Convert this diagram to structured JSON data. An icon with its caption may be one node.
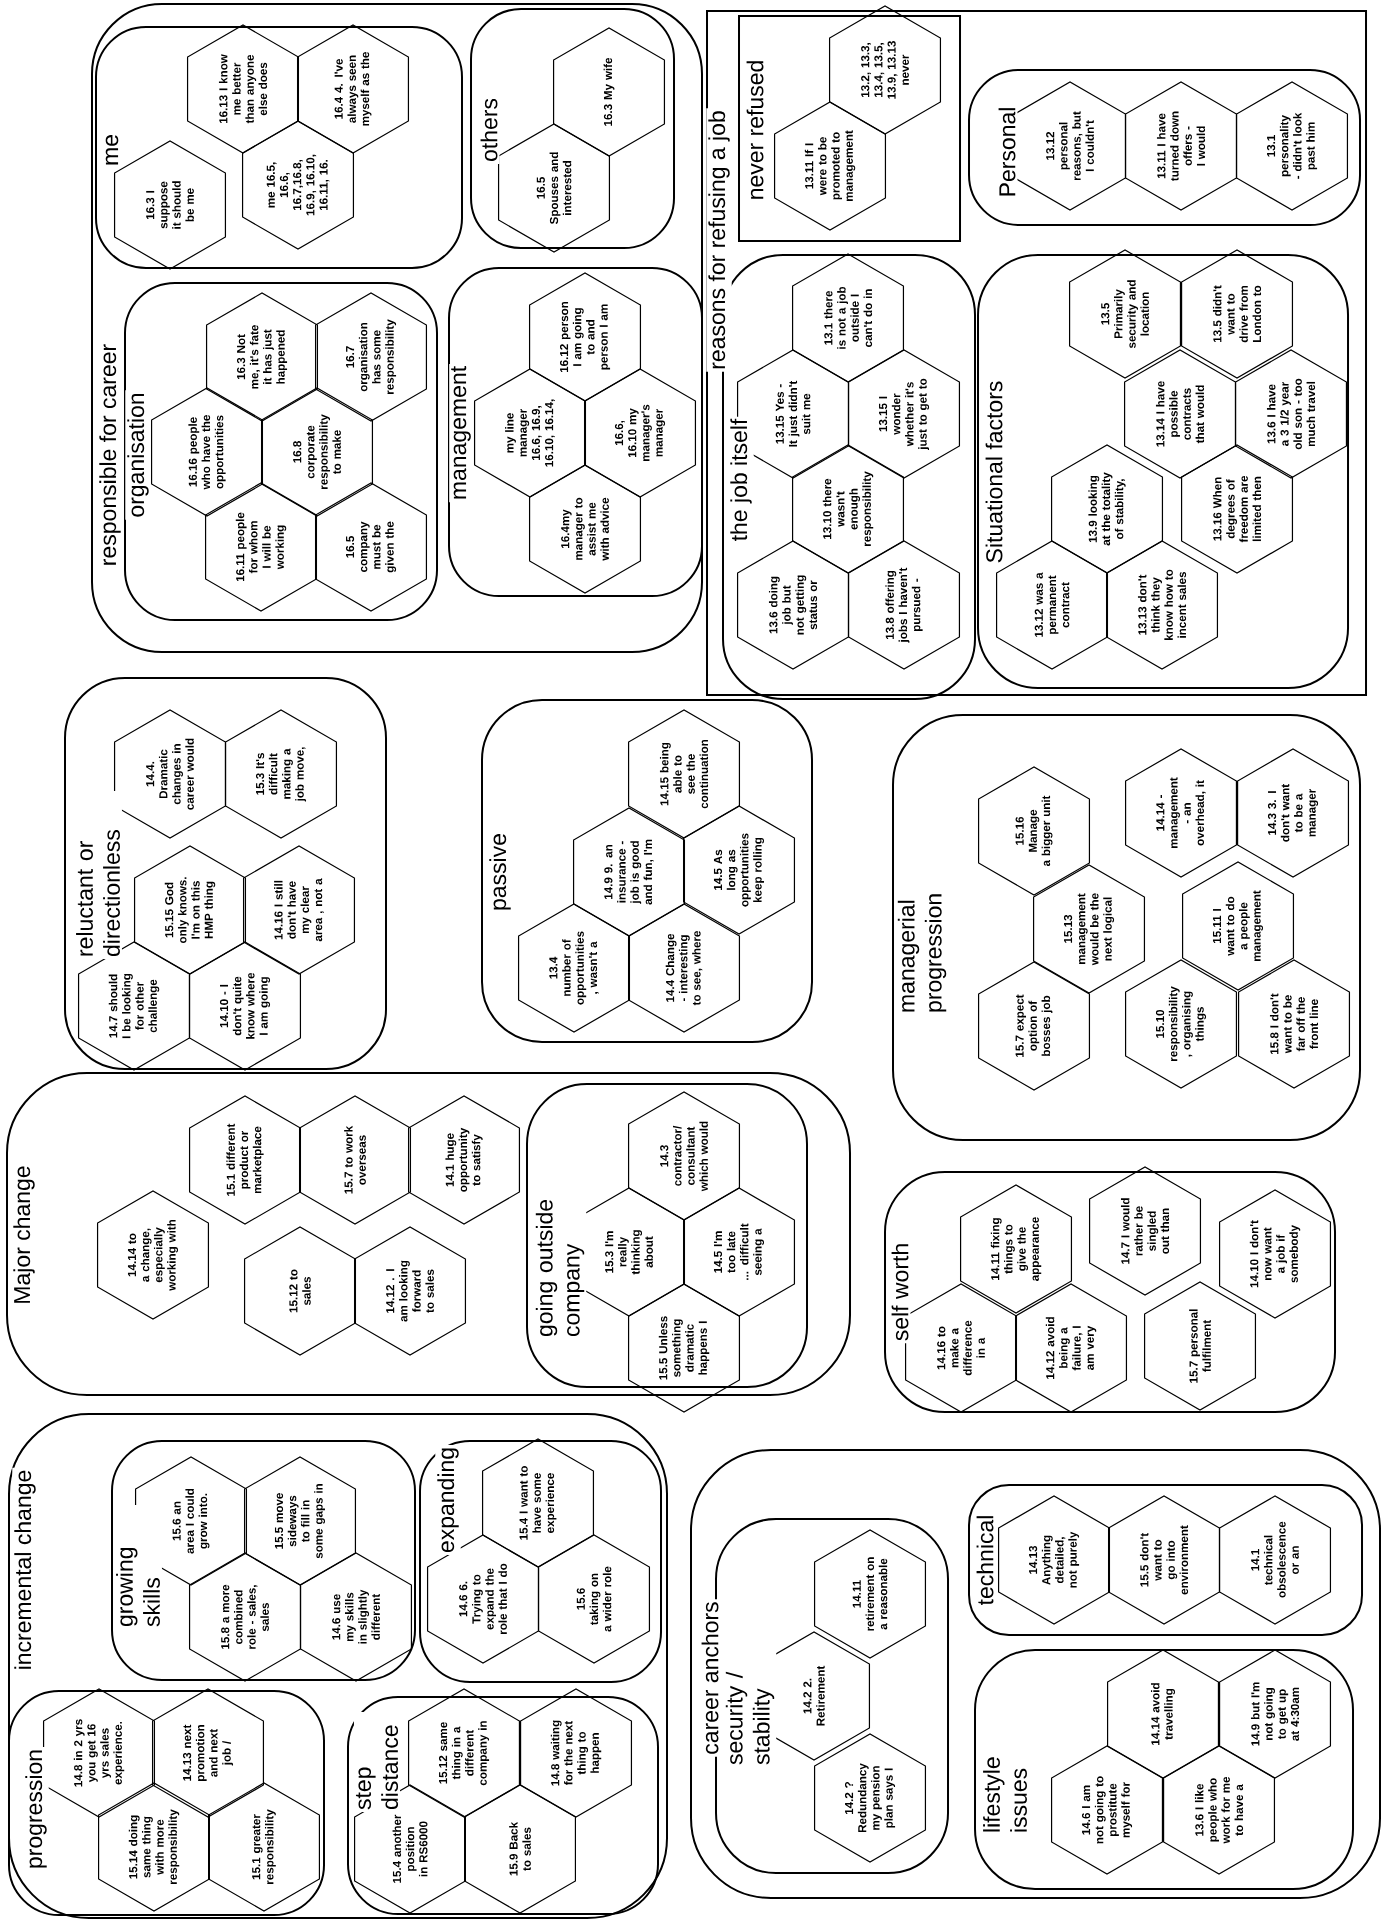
{
  "diagram": {
    "nodes": [
      {
        "text": [
          "responsible for career"
        ]
      },
      {
        "text": [
          "me"
        ],
        "in": 0
      },
      {
        "text": [
          "16.3 I suppose it should be me"
        ],
        "in": 1
      },
      {
        "text": [
          "16.13 I know me better than anyone else does"
        ],
        "in": 1
      },
      {
        "text": [
          "16.4 4. I've always seen myself as the"
        ],
        "in": 1
      },
      {
        "text": [
          "me 16.5, 16.6, 16.7,16.8, 16.9, 16.10, 16.11, 16."
        ],
        "in": 1
      },
      {
        "text": [
          "others"
        ],
        "in": 0
      },
      {
        "text": [
          "16.3 My wife"
        ],
        "in": 6
      },
      {
        "text": [
          "16.5 Spouses and interested"
        ],
        "in": 6
      },
      {
        "text": [
          "organisation"
        ],
        "in": 0
      },
      {
        "text": [
          "16.3 Not me, it's fate it has just happened"
        ],
        "in": 9
      },
      {
        "text": [
          "16.7 organisation has some responsibility"
        ],
        "in": 9
      },
      {
        "text": [
          "16.16 people who have the opportunities"
        ],
        "in": 9
      },
      {
        "text": [
          "16.8 corporate responsibility to make"
        ],
        "in": 9
      },
      {
        "text": [
          "16.11 people for whom I will be working"
        ],
        "in": 9
      },
      {
        "text": [
          "16.5 company must be given the"
        ],
        "in": 9
      },
      {
        "text": [
          "management"
        ],
        "in": 0
      },
      {
        "text": [
          "16.12 person I am going to and person I am"
        ],
        "in": 16
      },
      {
        "text": [
          "my line manager 16.6, 16.9, 16.10, 16.14,"
        ],
        "in": 16
      },
      {
        "text": [
          "16.6, 16.10 my manager's manager"
        ],
        "in": 16
      },
      {
        "text": [
          "16.4my manager to assist me with advice"
        ],
        "in": 16
      },
      {
        "text": [
          "reasons for refusing a job"
        ]
      },
      {
        "text": [
          "never refused"
        ],
        "in": 21
      },
      {
        "text": [
          "13.11 If I were to be promoted to management"
        ],
        "in": 22
      },
      {
        "text": [
          "13.2, 13.3, 13.4, 13.5, 13.9, 13.13 never"
        ],
        "in": 22
      },
      {
        "text": [
          "Personal"
        ],
        "in": 21
      },
      {
        "text": [
          "13.12 personal reasons, but I couldn't"
        ],
        "in": 25
      },
      {
        "text": [
          "13.11 I have turned down offers - I would"
        ],
        "in": 25
      },
      {
        "text": [
          "13.1 personality - didn't look past him"
        ],
        "in": 25
      },
      {
        "text": [
          "the job itself"
        ],
        "in": 21
      },
      {
        "text": [
          "13.1 there is not a job outside I can't do in"
        ],
        "in": 29
      },
      {
        "text": [
          "13.15 Yes - It just didn't suit me"
        ],
        "in": 29
      },
      {
        "text": [
          "13.15 I wonder whether it's just to get to"
        ],
        "in": 29
      },
      {
        "text": [
          "13.10 there wasn't enough responsibility"
        ],
        "in": 29
      },
      {
        "text": [
          "13.6 doing job but not getting status or"
        ],
        "in": 29
      },
      {
        "text": [
          "13.8 offering jobs I haven't pursued -"
        ],
        "in": 29
      },
      {
        "text": [
          "Situational factors"
        ],
        "in": 21
      },
      {
        "text": [
          "13.5 Primarily security and location"
        ],
        "in": 36
      },
      {
        "text": [
          "13.5 didn't want to drive from London to"
        ],
        "in": 36
      },
      {
        "text": [
          "13.14 I have possible contracts that would"
        ],
        "in": 36
      },
      {
        "text": [
          "13.6 I have a 3 1/2 year old son - too much travel"
        ],
        "in": 36
      },
      {
        "text": [
          "13.9 looking at the totality of stability,"
        ],
        "in": 36
      },
      {
        "text": [
          "13.16 When degrees of freedom are limited then"
        ],
        "in": 36
      },
      {
        "text": [
          "13.12 was a permanent contract"
        ],
        "in": 36
      },
      {
        "text": [
          "13.13 don't think they know how to incent sales"
        ],
        "in": 36
      },
      {
        "text": [
          "reluctant or directionless"
        ]
      },
      {
        "text": [
          "14.4. Dramatic changes in career would"
        ],
        "in": 45
      },
      {
        "text": [
          "15.3 It's difficult making a job move,"
        ],
        "in": 45
      },
      {
        "text": [
          "15.15 God only knows. I'm on this HMP thing"
        ],
        "in": 45
      },
      {
        "text": [
          "14.16 I still don't have my clear area , not a"
        ],
        "in": 45
      },
      {
        "text": [
          "14.7 should I be looking for other challenge"
        ],
        "in": 45
      },
      {
        "text": [
          "14.10 - I don't quite know where I am going"
        ],
        "in": 45
      },
      {
        "text": [
          "passive"
        ]
      },
      {
        "text": [
          "14.15 being able to see the continuation"
        ],
        "in": 52
      },
      {
        "text": [
          "14.9 9. an insurance - job is good and fun, I'm"
        ],
        "in": 52
      },
      {
        "text": [
          "14.5 As long as opportunities keep rolling"
        ],
        "in": 52
      },
      {
        "text": [
          "13.4 number of opportunities , wasn't a"
        ],
        "in": 52
      },
      {
        "text": [
          "14.4 Change - interesting to see, where"
        ],
        "in": 52
      },
      {
        "text": [
          "managerial progression"
        ]
      },
      {
        "text": [
          "15.16 Manage a bigger unit"
        ],
        "in": 58
      },
      {
        "text": [
          "15.13 management would be the next logical"
        ],
        "in": 58
      },
      {
        "text": [
          "15.7 expect option of bosses job"
        ],
        "in": 58
      },
      {
        "text": [
          "14.14 - management - an overhead, it"
        ],
        "in": 58
      },
      {
        "text": [
          "14.3 3. I don't want to be a manager"
        ],
        "in": 58
      },
      {
        "text": [
          "15.11 I want to do a people management"
        ],
        "in": 58
      },
      {
        "text": [
          "15.10 responsibility , organising things"
        ],
        "in": 58
      },
      {
        "text": [
          "15.8 I don't want to be far off the front line"
        ],
        "in": 58
      },
      {
        "text": [
          "Major change"
        ]
      },
      {
        "text": [
          "14.14 to a change, especially working with"
        ],
        "in": 67
      },
      {
        "text": [
          "15.1 different product or marketplace"
        ],
        "in": 67
      },
      {
        "text": [
          "15.7 to work overseas"
        ],
        "in": 67
      },
      {
        "text": [
          "14.1 huge opportunity to satisfy"
        ],
        "in": 67
      },
      {
        "text": [
          "15.12 to sales"
        ],
        "in": 67
      },
      {
        "text": [
          "14.12 . I am looking forward to sales"
        ],
        "in": 67
      },
      {
        "text": [
          "going outside company"
        ],
        "in": 67
      },
      {
        "text": [
          "14.3 contractor/ consultant which would"
        ],
        "in": 74
      },
      {
        "text": [
          "15.3 I'm really thinking about"
        ],
        "in": 74
      },
      {
        "text": [
          "14.5 I'm too late ... difficult seeing a"
        ],
        "in": 74
      },
      {
        "text": [
          "15.5 Unless something dramatic happens I"
        ],
        "in": 74
      },
      {
        "text": [
          "self worth"
        ]
      },
      {
        "text": [
          "14.11 fixing things to give the appearance"
        ],
        "in": 79
      },
      {
        "text": [
          "14.7 I would rather be singled out than"
        ],
        "in": 79
      },
      {
        "text": [
          "14.10 I don't now want a job if somebody"
        ],
        "in": 79
      },
      {
        "text": [
          "14.16 to make a difference in a"
        ],
        "in": 79
      },
      {
        "text": [
          "14.12 avoid being a failure, I am very"
        ],
        "in": 79
      },
      {
        "text": [
          "15.7 personal fulfilment"
        ],
        "in": 79
      },
      {
        "text": [
          "incremental change"
        ]
      },
      {
        "text": [
          "growing skills"
        ],
        "in": 86
      },
      {
        "text": [
          "15.6 an area I could grow into."
        ],
        "in": 87
      },
      {
        "text": [
          "15.5 move sideways to fill in some gaps in"
        ],
        "in": 87
      },
      {
        "text": [
          "15.8 a more combined role - sales, sales"
        ],
        "in": 87
      },
      {
        "text": [
          "14.6 use my skills in slightly different"
        ],
        "in": 87
      },
      {
        "text": [
          "expanding"
        ],
        "in": 86
      },
      {
        "text": [
          "15.4 I want to have some experience"
        ],
        "in": 92
      },
      {
        "text": [
          "14.6 6. Trying to expand the role that I do"
        ],
        "in": 92
      },
      {
        "text": [
          "15.6 taking on a wider role"
        ],
        "in": 92
      },
      {
        "text": [
          "progression"
        ],
        "in": 86
      },
      {
        "text": [
          "14.8 in 2 yrs you get 16 yrs sales experience."
        ],
        "in": 96
      },
      {
        "text": [
          "14.13 next promotion and next job /"
        ],
        "in": 96
      },
      {
        "text": [
          "15.14 doing same thing with more responsibility"
        ],
        "in": 96
      },
      {
        "text": [
          "15.1 greater responsibility"
        ],
        "in": 96
      },
      {
        "text": [
          "step distance"
        ],
        "in": 86
      },
      {
        "text": [
          "15.12 same thing in a different company in"
        ],
        "in": 101
      },
      {
        "text": [
          "14.8 waiting for the next thing to happen"
        ],
        "in": 101
      },
      {
        "text": [
          "15.4 another position in RS6000"
        ],
        "in": 101
      },
      {
        "text": [
          "15.9 Back to sales"
        ],
        "in": 101
      },
      {
        "text": [
          "career anchors"
        ]
      },
      {
        "text": [
          "security / stability"
        ],
        "in": 106
      },
      {
        "text": [
          "14.11 retirement on a reasonable"
        ],
        "in": 107
      },
      {
        "text": [
          "14.2 2. Retirement"
        ],
        "in": 107
      },
      {
        "text": [
          "14.2 ? Redundancy my pension plan says I"
        ],
        "in": 107
      },
      {
        "text": [
          "technical"
        ],
        "in": 106
      },
      {
        "text": [
          "14.13 Anything detailed, not purely"
        ],
        "in": 111
      },
      {
        "text": [
          "15.5 don't want to go into environment"
        ],
        "in": 111
      },
      {
        "text": [
          "14.1 technical obsolescence or an"
        ],
        "in": 111
      },
      {
        "text": [
          "lifestyle issues"
        ],
        "in": 106
      },
      {
        "text": [
          "14.6 I am not going to prostitute myself for"
        ],
        "in": 115
      },
      {
        "text": [
          "14.9 but I'm not going to get up at 4:30am"
        ],
        "in": 115
      },
      {
        "text": [
          "14.14 avoid travelling"
        ],
        "in": 115
      },
      {
        "text": [
          "13.6 I like people who work for me to have a"
        ],
        "in": 115
      }
    ]
  }
}
